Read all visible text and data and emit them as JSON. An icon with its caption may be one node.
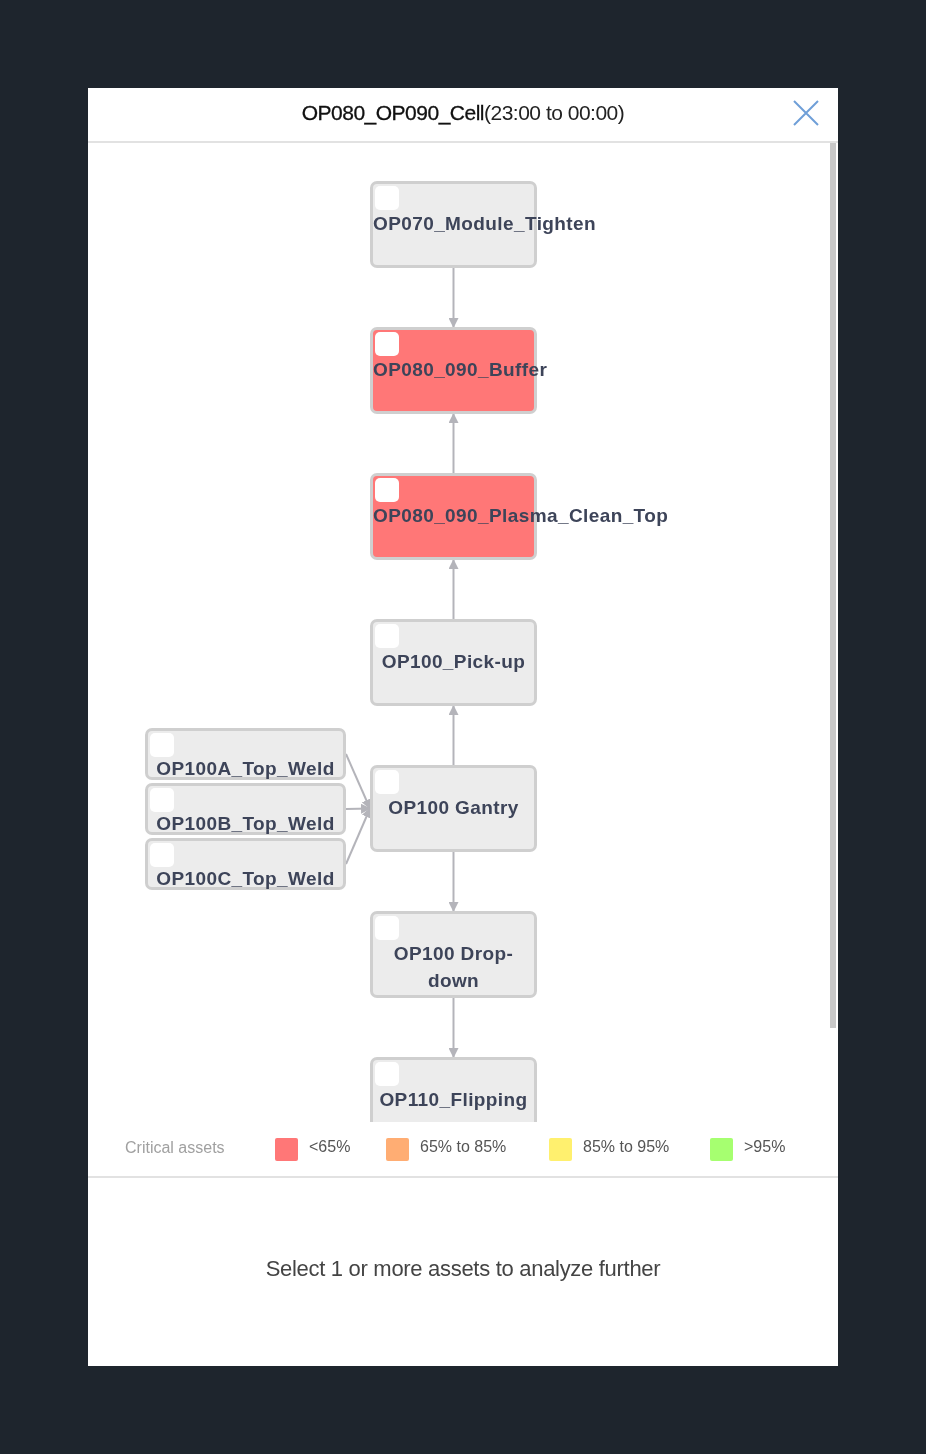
{
  "diagram": {
    "title": "**OP080_OP090_Cell**(23:00 to 00:00)",
    "nodes": [
      {
        "text": [
          "OP070_Module_Tighten"
        ]
      },
      {
        "text": [
          "OP080_090_Buffer"
        ]
      },
      {
        "text": [
          "OP080_090_Plasma_Clean_Top"
        ]
      },
      {
        "text": [
          "OP100_Pick-up"
        ]
      },
      {
        "text": [
          "OP100A_Top_Weld"
        ]
      },
      {
        "text": [
          "OP100B_Top_Weld"
        ]
      },
      {
        "text": [
          "OP100C_Top_Weld"
        ]
      },
      {
        "text": [
          "OP100 Gantry"
        ]
      },
      {
        "text": [
          "OP100 Drop-down"
        ]
      },
      {
        "text": [
          "OP110_Flipping"
        ]
      }
    ],
    "edges": [
      {
        "from": 0,
        "to": 1,
        "arrow": "to"
      },
      {
        "from": 2,
        "to": 1,
        "arrow": "to"
      },
      {
        "from": 3,
        "to": 2,
        "arrow": "to"
      },
      {
        "from": 7,
        "to": 3,
        "arrow": "to"
      },
      {
        "from": 4,
        "to": 7,
        "arrow": "to"
      },
      {
        "from": 5,
        "to": 7,
        "arrow": "to"
      },
      {
        "from": 6,
        "to": 7,
        "arrow": "to"
      },
      {
        "from": 7,
        "to": 8,
        "arrow": "to"
      },
      {
        "from": 8,
        "to": 9,
        "arrow": "to"
      }
    ],
    "labels": [
      "Critical assets",
      "Select 1 or more assets to analyze further"
    ],
    "legend": [
      {
        "text": "<65%",
        "color": "#ff7777"
      },
      {
        "text": "65% to 85%",
        "color": "#ffad73"
      },
      {
        "text": "85% to 95%",
        "color": "#fff06e"
      },
      {
        "text": ">95%",
        "color": "#a6ff70"
      }
    ]
  }
}
